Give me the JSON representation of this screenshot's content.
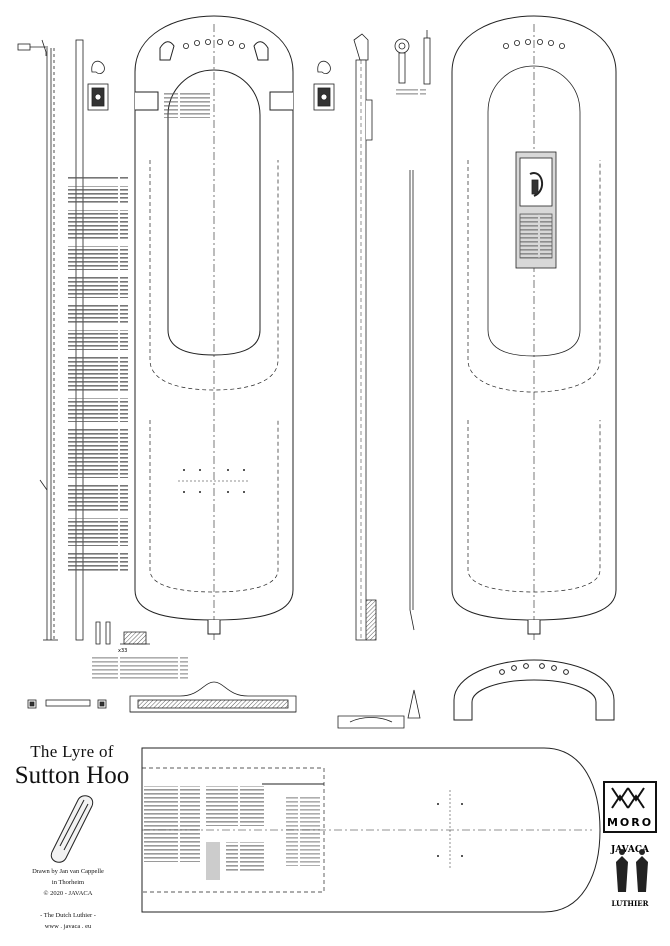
{
  "title": {
    "line1": "The Lyre of",
    "line2": "Sutton Hoo"
  },
  "credits": [
    "Drawn by Jan van Cappelle",
    "in Thorheim",
    "© 2020 - JAVACA",
    "- The Dutch Luthier -",
    "www . javaca . eu"
  ],
  "scale_label": "x33",
  "logos": {
    "moro": "MORO",
    "javaca": "JAVACA",
    "luthier": "LUTHIER"
  },
  "colors": {
    "line": "#222222",
    "hatch": "#444444",
    "pale_fill": "#eeeeee",
    "dark_fill": "#555555"
  },
  "icons": [
    "tuning-peg-icon",
    "bridge-icon",
    "rune-logo-icon",
    "figure-logo-icon",
    "lyre-thumbnail-icon"
  ]
}
